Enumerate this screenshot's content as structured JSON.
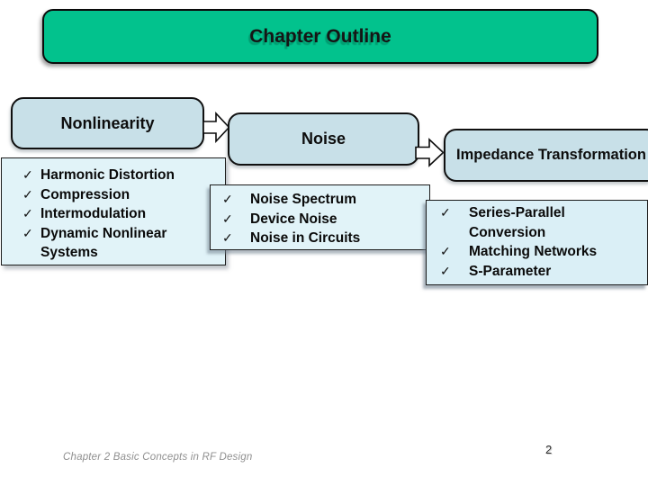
{
  "slide": {
    "title": "Chapter Outline",
    "bullet_glyph": "✓",
    "footer": "Chapter 2 Basic Concepts in RF Design",
    "page_number": "2",
    "colors": {
      "title_bg": "#02c28d",
      "header_bg": "#c8e0e8",
      "list_bg": "#e1f3f8",
      "border": "#101010"
    },
    "columns": [
      {
        "header": "Nonlinearity",
        "items": [
          "Harmonic Distortion",
          "Compression",
          "Intermodulation",
          "Dynamic Nonlinear Systems"
        ]
      },
      {
        "header": "Noise",
        "items": [
          "Noise Spectrum",
          "Device Noise",
          "Noise in Circuits"
        ]
      },
      {
        "header": "Impedance Transformation",
        "items": [
          "Series-Parallel Conversion",
          "Matching Networks",
          "S-Parameter"
        ]
      }
    ]
  }
}
